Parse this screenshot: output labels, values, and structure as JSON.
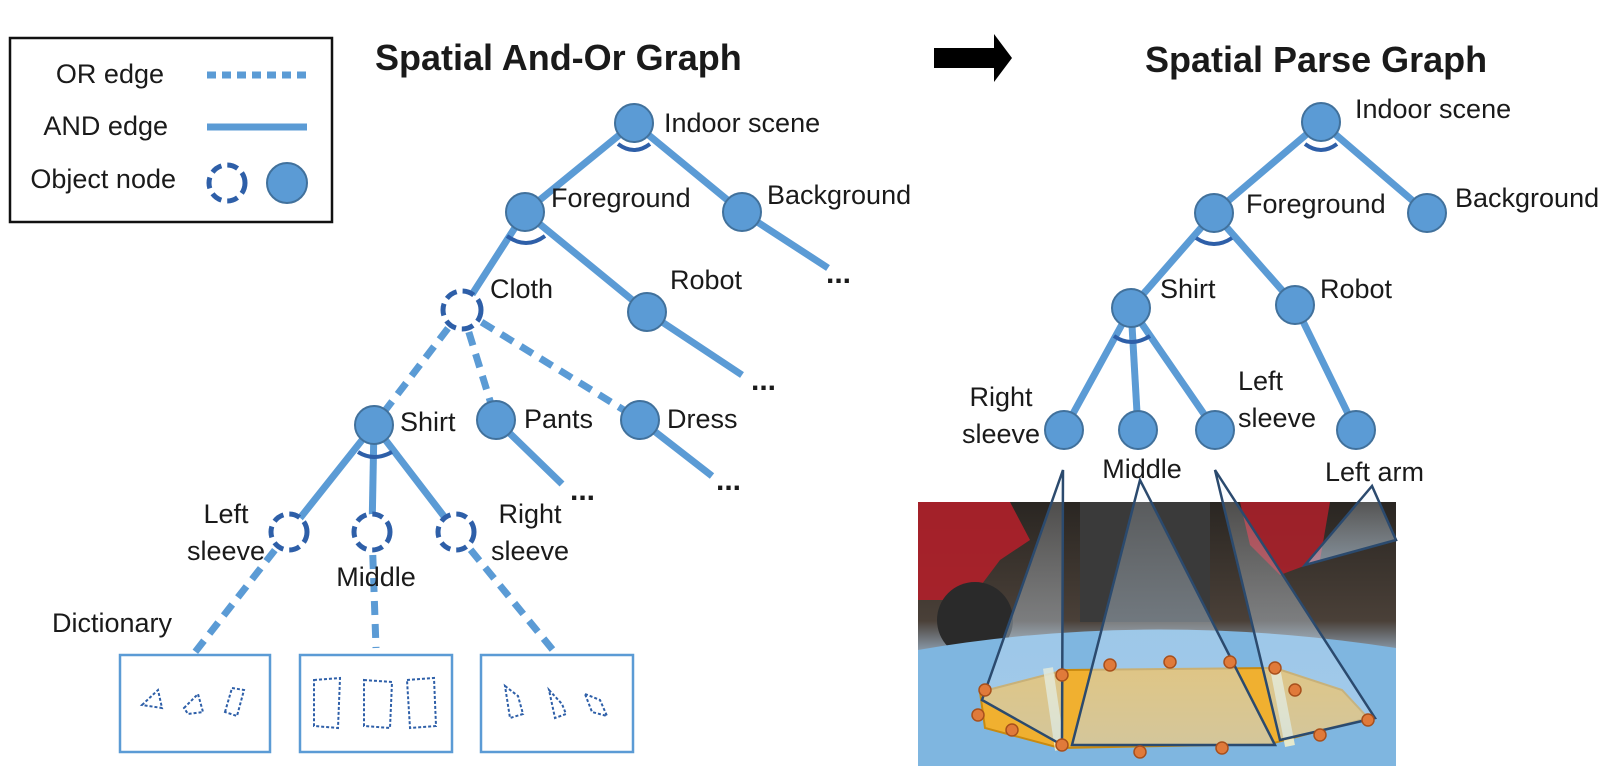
{
  "legend": {
    "or_edge": "OR edge",
    "and_edge": "AND edge",
    "object_node": "Object node"
  },
  "left_title": "Spatial And-Or Graph",
  "right_title": "Spatial Parse Graph",
  "aog": {
    "indoor_scene": "Indoor scene",
    "foreground": "Foreground",
    "background": "Background",
    "cloth": "Cloth",
    "robot": "Robot",
    "shirt": "Shirt",
    "pants": "Pants",
    "dress": "Dress",
    "left_sleeve": [
      "Left",
      "sleeve"
    ],
    "middle": "Middle",
    "right_sleeve": [
      "Right",
      "sleeve"
    ],
    "dictionary": "Dictionary",
    "ellipsis": "..."
  },
  "pg": {
    "indoor_scene": "Indoor scene",
    "foreground": "Foreground",
    "background": "Background",
    "shirt": "Shirt",
    "robot": "Robot",
    "right_sleeve": [
      "Right",
      "sleeve"
    ],
    "middle": "Middle",
    "left_sleeve": [
      "Left",
      "sleeve"
    ],
    "left_arm": "Left arm"
  },
  "colors": {
    "edge": "#5b9bd5",
    "node_fill": "#5b9bd5",
    "node_stroke": "#41719c",
    "or_node": "#2e5fa8",
    "shirt_fill": "#f0b030",
    "keypoint": "#e07a3a",
    "table_blue": "#7fb6e0"
  }
}
